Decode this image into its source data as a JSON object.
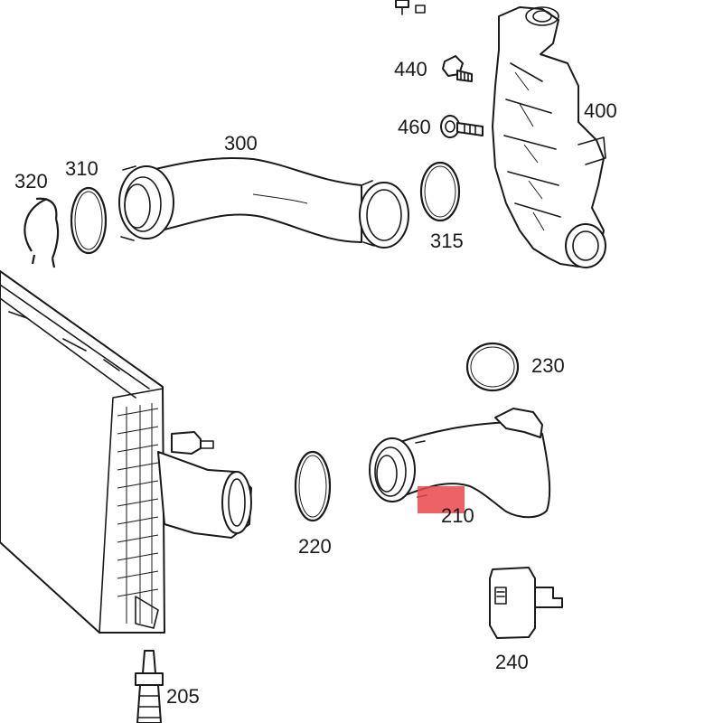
{
  "highlight": {
    "color": "#e8484b",
    "opacity": 0.85
  },
  "labels": {
    "p440": "440",
    "p460": "460",
    "p400": "400",
    "p300": "300",
    "p310": "310",
    "p320": "320",
    "p315": "315",
    "p230": "230",
    "p210": "210",
    "p220": "220",
    "p240": "240",
    "p205": "205"
  }
}
